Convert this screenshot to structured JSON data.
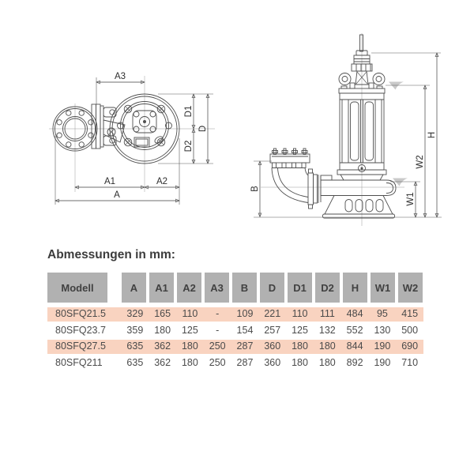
{
  "title": "Abmessungen in mm:",
  "diagram": {
    "dims": {
      "a3": "A3",
      "d1": "D1",
      "d": "D",
      "d2": "D2",
      "a1": "A1",
      "a2": "A2",
      "a": "A",
      "b": "B",
      "h": "H",
      "w1": "W1",
      "w2": "W2"
    }
  },
  "table": {
    "columns": [
      "Modell",
      "A",
      "A1",
      "A2",
      "A3",
      "B",
      "D",
      "D1",
      "D2",
      "H",
      "W1",
      "W2"
    ],
    "rows": [
      {
        "model": "80SFQ21.5",
        "values": [
          "329",
          "165",
          "110",
          "-",
          "109",
          "221",
          "110",
          "111",
          "484",
          "95",
          "415"
        ],
        "highlight": true
      },
      {
        "model": "80SFQ23.7",
        "values": [
          "359",
          "180",
          "125",
          "-",
          "154",
          "257",
          "125",
          "132",
          "552",
          "130",
          "500"
        ],
        "highlight": false
      },
      {
        "model": "80SFQ27.5",
        "values": [
          "635",
          "362",
          "180",
          "250",
          "287",
          "360",
          "180",
          "180",
          "844",
          "190",
          "690"
        ],
        "highlight": true
      },
      {
        "model": "80SFQ211",
        "values": [
          "635",
          "362",
          "180",
          "250",
          "287",
          "360",
          "180",
          "180",
          "892",
          "190",
          "710"
        ],
        "highlight": false
      }
    ]
  },
  "colors": {
    "highlight_row": "#f9d3c0",
    "header_cell": "#b1b1b1",
    "line_art": "#4f4f4f",
    "water_marker": "#c9c9c9",
    "text": "#4b4b4b"
  }
}
